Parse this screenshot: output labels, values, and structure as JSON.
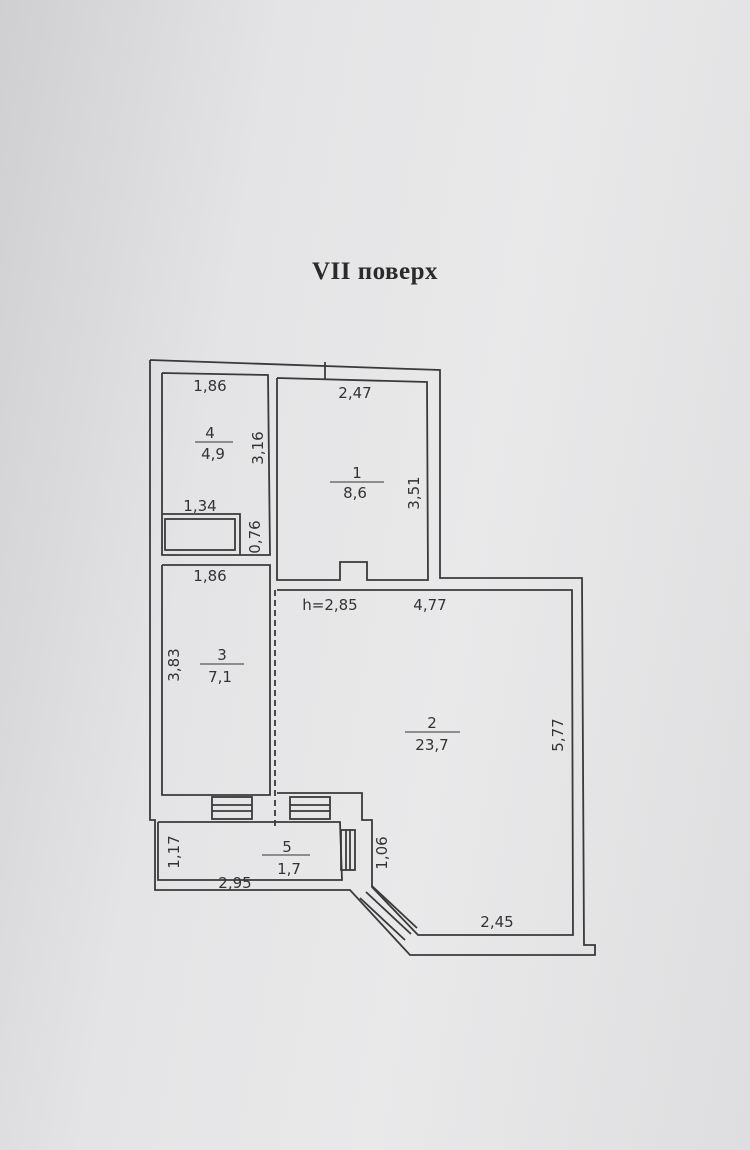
{
  "title": "VII поверх",
  "rooms": [
    {
      "number": "1",
      "area": "8,6"
    },
    {
      "number": "2",
      "area": "23,7"
    },
    {
      "number": "3",
      "area": "7,1"
    },
    {
      "number": "4",
      "area": "4,9"
    },
    {
      "number": "5",
      "area": "1,7"
    }
  ],
  "dimensions": {
    "r4_width": "1,86",
    "r4_height": "3,16",
    "niche_width": "1,34",
    "niche_height": "0,76",
    "r1_width": "2,47",
    "r1_height": "3,51",
    "r3_width": "1,86",
    "r3_height": "3,83",
    "ceiling": "h=2,85",
    "r2_width": "4,77",
    "r2_height": "5,77",
    "r2_bottom": "2,45",
    "r5_height": "1,17",
    "r5_width": "2,95",
    "r5_side": "1,06"
  }
}
